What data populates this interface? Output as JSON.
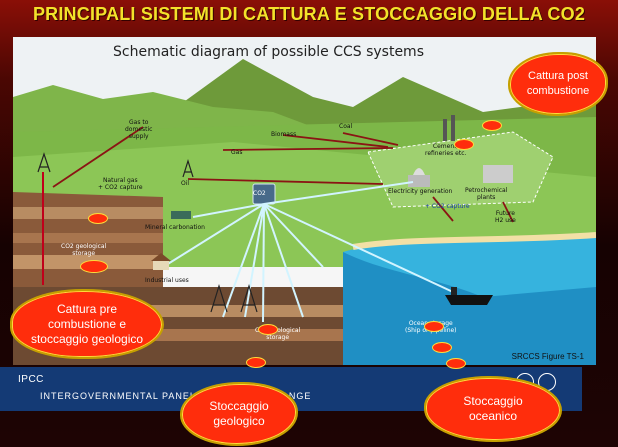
{
  "slide": {
    "title": "PRINCIPALI SISTEMI DI CATTURA E STOCCAGGIO DELLA CO2"
  },
  "diagram": {
    "title": "Schematic diagram of possible CCS systems",
    "figure_ref": "SRCCS Figure TS-1",
    "hub": "CO2",
    "labels": {
      "gas_domestic": "Gas to\ndomestic\nsupply",
      "coal": "Coal",
      "biomass": "Biomass",
      "gas": "Gas",
      "cement": "Cement/\nrefineries etc.",
      "natural_gas": "Natural gas\n+ CO2 capture",
      "oil": "Oil",
      "electricity": "Electricity generation",
      "petrochemical": "Petrochemical\nplants",
      "co2_capture": "+ CO2 capture",
      "future_h2": "Future\nH2 use",
      "mineral": "Mineral carbonation",
      "geo_left": "CO2 geological\nstorage",
      "industrial": "Industrial uses",
      "geo_bottom": "CO2 geological\nstorage",
      "ocean": "Ocean storage\n(Ship or pipeline)"
    }
  },
  "ipcc": {
    "logo": "IPCC",
    "full_name": "INTERGOVERNMENTAL PANEL ON CLIMATE CHANGE"
  },
  "callouts": {
    "post": "Cattura post\ncombustione",
    "pre": "Cattura pre\ncombustione e\nstoccaggio geologico",
    "geo": "Stoccaggio\ngeologico",
    "ocean": "Stoccaggio\noceanico"
  },
  "colors": {
    "callout": "#ff2d0c",
    "title": "#f3e22a",
    "ipcc_band": "#143a75"
  }
}
